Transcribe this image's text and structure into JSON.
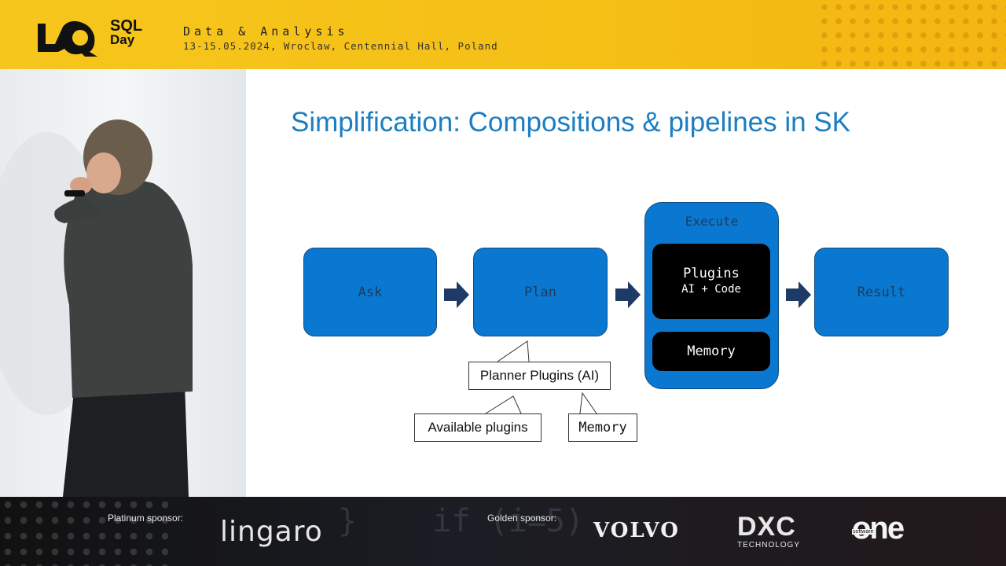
{
  "header": {
    "logo_text_1": "SQL",
    "logo_text_2": "Day",
    "tagline": "Data & Analysis",
    "subline": "13-15.05.2024, Wroclaw, Centennial Hall, Poland"
  },
  "slide": {
    "title": "Simplification: Compositions & pipelines in SK",
    "boxes": {
      "ask": "Ask",
      "plan": "Plan",
      "result": "Result",
      "execute": "Execute",
      "plugins_title": "Plugins",
      "plugins_sub": "AI + Code",
      "memory": "Memory"
    },
    "callouts": {
      "planner": "Planner Plugins (AI)",
      "available": "Available plugins",
      "memory": "Memory"
    }
  },
  "footer": {
    "platinum_label": "Platinum sponsor:",
    "golden_label": "Golden sponsor:",
    "lingaro": "lingaro",
    "volvo": "VOLVO",
    "dxc": "DXC",
    "dxc_sub": "TECHNOLOGY",
    "one_sub": "software",
    "one": "one"
  },
  "colors": {
    "header_yellow": "#f6c61c",
    "title_blue": "#1b7ec2",
    "box_blue": "#0a78d0",
    "arrow_navy": "#1e3a66"
  }
}
